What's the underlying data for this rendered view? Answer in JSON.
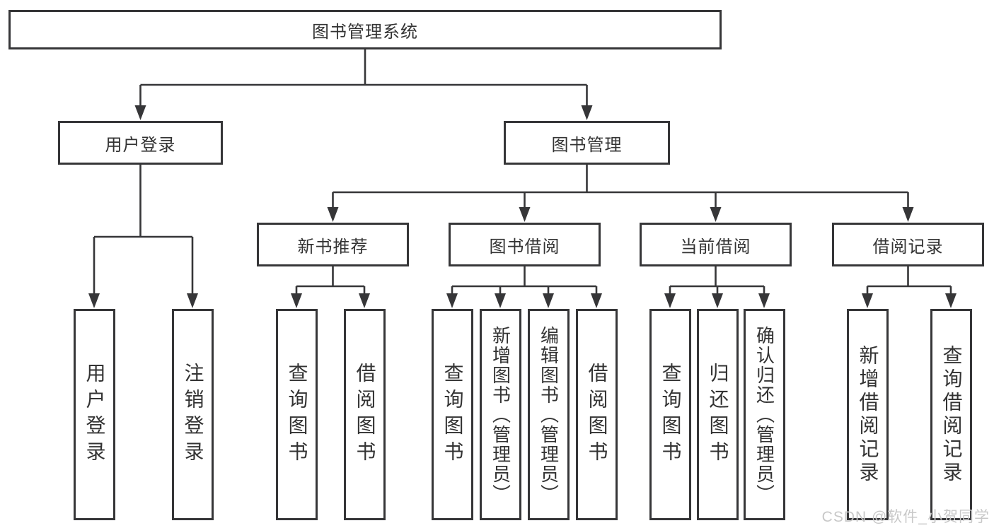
{
  "root": {
    "label": "图书管理系统"
  },
  "level2": {
    "user_login": {
      "label": "用户登录"
    },
    "book_management": {
      "label": "图书管理"
    }
  },
  "level3": {
    "new_book_recommend": {
      "label": "新书推荐"
    },
    "book_borrow": {
      "label": "图书借阅"
    },
    "current_borrow": {
      "label": "当前借阅"
    },
    "borrow_records": {
      "label": "借阅记录"
    }
  },
  "leaves": {
    "user_login_children": [
      "用户登录",
      "注销登录"
    ],
    "new_book_children": [
      "查询图书",
      "借阅图书"
    ],
    "book_borrow_children": [
      "查询图书",
      "新增图书（管理员）",
      "编辑图书（管理员）",
      "借阅图书"
    ],
    "current_borrow_children": [
      "查询图书",
      "归还图书",
      "确认归还（管理员）"
    ],
    "borrow_records_children": [
      "新增借阅记录",
      "查询借阅记录"
    ]
  },
  "watermark": {
    "text": "CSDN @软件_小贺同学"
  },
  "colors": {
    "line": "#363638",
    "text": "#333333",
    "box_background": "#ffffff",
    "page_background": "#ffffff",
    "watermark": "#c8c8c8"
  }
}
